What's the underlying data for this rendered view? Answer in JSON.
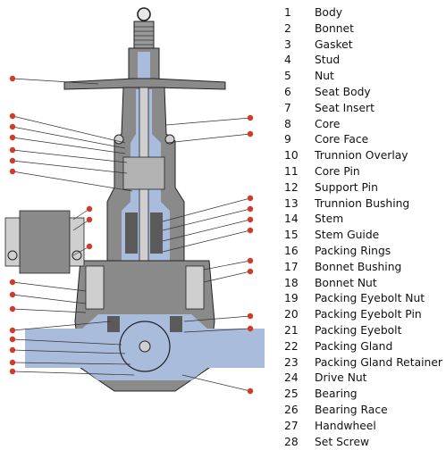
{
  "diagram": {
    "colors": {
      "metal": "#8a8a8a",
      "metal_dark": "#5a5a5a",
      "metal_light": "#cfcfcf",
      "fluid": "#a9bcdc",
      "leader": "#d23a2a",
      "outline": "#222222"
    }
  },
  "legend": [
    {
      "num": "1",
      "label": "Body"
    },
    {
      "num": "2",
      "label": "Bonnet"
    },
    {
      "num": "3",
      "label": "Gasket"
    },
    {
      "num": "4",
      "label": "Stud"
    },
    {
      "num": "5",
      "label": "Nut"
    },
    {
      "num": "6",
      "label": "Seat Body"
    },
    {
      "num": "7",
      "label": "Seat Insert"
    },
    {
      "num": "8",
      "label": "Core"
    },
    {
      "num": "9",
      "label": "Core Face"
    },
    {
      "num": "10",
      "label": "Trunnion Overlay"
    },
    {
      "num": "11",
      "label": "Core Pin"
    },
    {
      "num": "12",
      "label": "Support Pin"
    },
    {
      "num": "13",
      "label": "Trunnion Bushing"
    },
    {
      "num": "14",
      "label": "Stem"
    },
    {
      "num": "15",
      "label": "Stem Guide"
    },
    {
      "num": "16",
      "label": "Packing Rings"
    },
    {
      "num": "17",
      "label": "Bonnet Bushing"
    },
    {
      "num": "18",
      "label": "Bonnet Nut"
    },
    {
      "num": "19",
      "label": "Packing Eyebolt Nut"
    },
    {
      "num": "20",
      "label": "Packing Eyebolt Pin"
    },
    {
      "num": "21",
      "label": "Packing Eyebolt"
    },
    {
      "num": "22",
      "label": "Packing Gland"
    },
    {
      "num": "23",
      "label": "Packing Gland Retainer"
    },
    {
      "num": "24",
      "label": "Drive Nut"
    },
    {
      "num": "25",
      "label": "Bearing"
    },
    {
      "num": "26",
      "label": "Bearing Race"
    },
    {
      "num": "27",
      "label": "Handwheel"
    },
    {
      "num": "28",
      "label": "Set Screw"
    }
  ]
}
